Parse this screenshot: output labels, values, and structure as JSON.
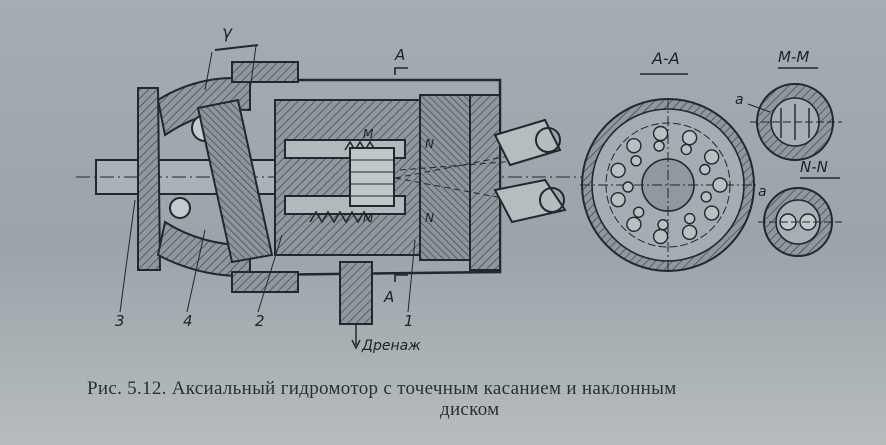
{
  "figure": {
    "labels": {
      "gamma": "γ",
      "section_a_arrow_top": "A",
      "section_a_arrow_bottom": "A",
      "m_top": "M",
      "m_bottom": "M",
      "n_top": "N",
      "n_bottom": "N",
      "part_1": "1",
      "part_2": "2",
      "part_3": "3",
      "part_4": "4",
      "drain": "Дренаж",
      "view_aa": "A-A",
      "view_mm": "M-M",
      "view_nn": "N-N",
      "letter_a_top": "a",
      "letter_a_bottom": "a"
    }
  },
  "caption": {
    "line1": "Рис. 5.12. Аксиальный гидромотор с точечным касанием и наклонным",
    "line2": "диском"
  }
}
